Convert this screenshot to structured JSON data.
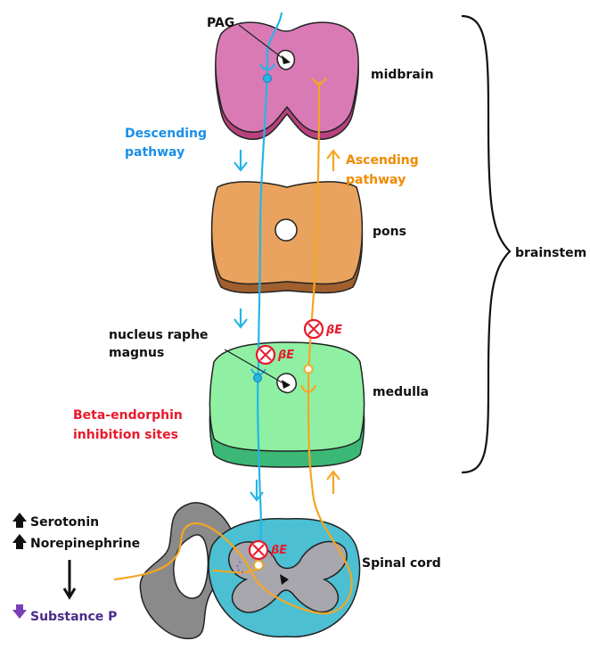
{
  "labels": {
    "pag": "PAG",
    "midbrain": "midbrain",
    "pons": "pons",
    "medulla": "medulla",
    "brainstem": "brainstem",
    "nucleus_line1": "nucleus raphe",
    "nucleus_line2": "magnus",
    "spinal_cord": "Spinal cord"
  },
  "pathways": {
    "descending_line1": "Descending",
    "descending_line2": "pathway",
    "ascending_line1": "Ascending",
    "ascending_line2": "pathway"
  },
  "inhibition": {
    "line1": "Beta-endorphin",
    "line2": "inhibition sites",
    "marker": "βE"
  },
  "neurotransmitters": {
    "serotonin": "Serotonin",
    "norepinephrine": "Norepinephrine",
    "substance_p": "Substance P"
  },
  "colors": {
    "descending": "#26b5e6",
    "ascending": "#f5a623",
    "inhibition": "#e8192c",
    "midbrain": "#d97ab5",
    "pons": "#e9a35f",
    "medulla": "#8ff0a4",
    "spinal_cord": "#4cbfd2",
    "substance_p": "#5b2d91"
  }
}
